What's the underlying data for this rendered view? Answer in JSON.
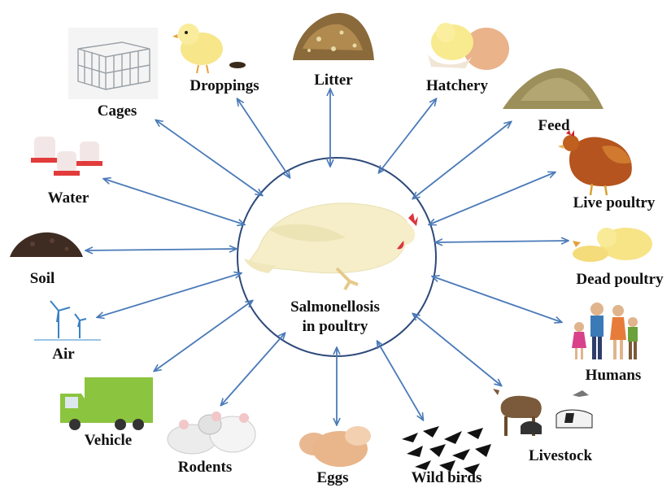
{
  "center": {
    "line1": "Salmonellosis",
    "line2": "in poultry",
    "ring_color": "#2e4a7a",
    "arrow_color": "#4a7ab8"
  },
  "sources": [
    {
      "id": "cages",
      "label": "Cages",
      "icon": "cages-icon"
    },
    {
      "id": "droppings",
      "label": "Droppings",
      "icon": "chick-icon"
    },
    {
      "id": "litter",
      "label": "Litter",
      "icon": "litter-pile-icon"
    },
    {
      "id": "hatchery",
      "label": "Hatchery",
      "icon": "hatching-chick-icon"
    },
    {
      "id": "feed",
      "label": "Feed",
      "icon": "feed-pile-icon"
    },
    {
      "id": "live-poultry",
      "label": "Live poultry",
      "icon": "hen-icon"
    },
    {
      "id": "dead-poultry",
      "label": "Dead poultry",
      "icon": "dead-chicks-icon"
    },
    {
      "id": "humans",
      "label": "Humans",
      "icon": "family-icon"
    },
    {
      "id": "livestock",
      "label": "Livestock",
      "icon": "livestock-icon"
    },
    {
      "id": "wild-birds",
      "label": "Wild birds",
      "icon": "wild-birds-icon"
    },
    {
      "id": "eggs",
      "label": "Eggs",
      "icon": "eggs-icon"
    },
    {
      "id": "rodents",
      "label": "Rodents",
      "icon": "rats-icon"
    },
    {
      "id": "vehicle",
      "label": "Vehicle",
      "icon": "truck-icon"
    },
    {
      "id": "air",
      "label": "Air",
      "icon": "wind-turbine-icon"
    },
    {
      "id": "soil",
      "label": "Soil",
      "icon": "soil-pile-icon"
    },
    {
      "id": "water",
      "label": "Water",
      "icon": "water-feeder-icon"
    }
  ]
}
